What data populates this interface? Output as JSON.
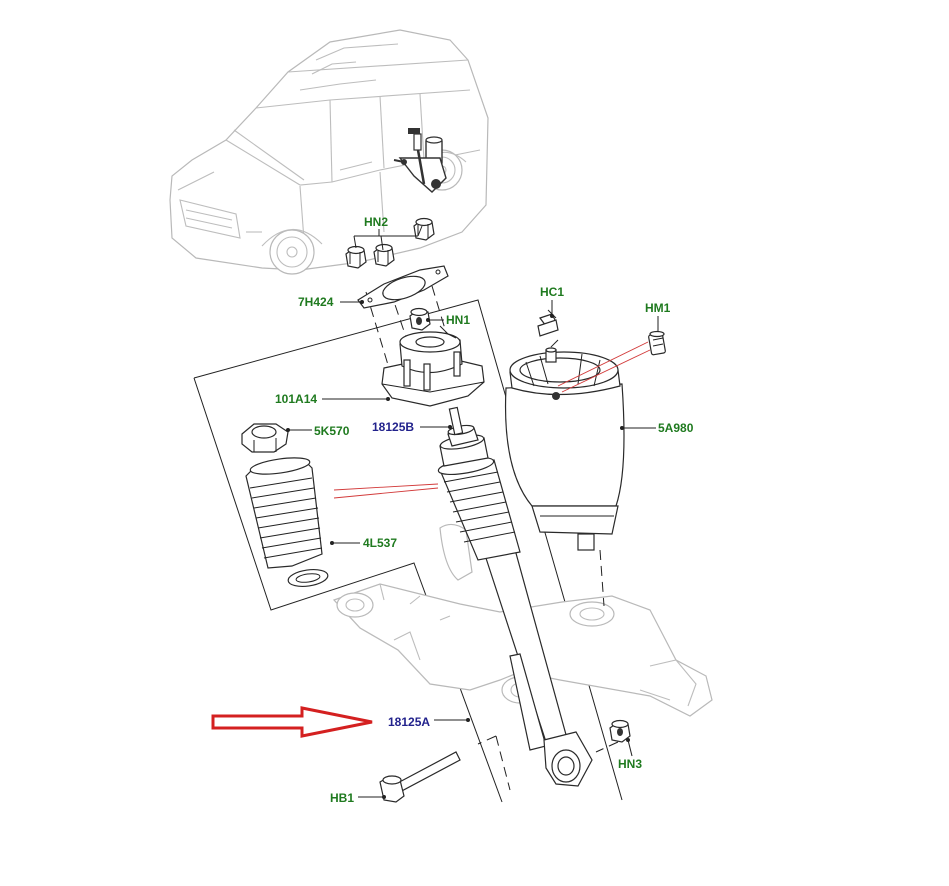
{
  "labels": {
    "hn2": "HN2",
    "h7h424": "7H424",
    "hn1": "HN1",
    "a101a14": "101A14",
    "b18125b": "18125B",
    "k5k570": "5K570",
    "l4l537": "4L537",
    "hc1": "HC1",
    "hm1": "HM1",
    "a5a980": "5A980",
    "a18125a": "18125A",
    "hn3": "HN3",
    "hb1": "HB1"
  },
  "colors": {
    "part_label": "#1f7a1f",
    "part_number": "#22228c",
    "callout_arrow": "#d42020",
    "line_art": "#2a2a2a",
    "ghost_art": "#b9b9b9"
  },
  "icons": {
    "callout_arrow": "red-outline-arrow-right"
  }
}
